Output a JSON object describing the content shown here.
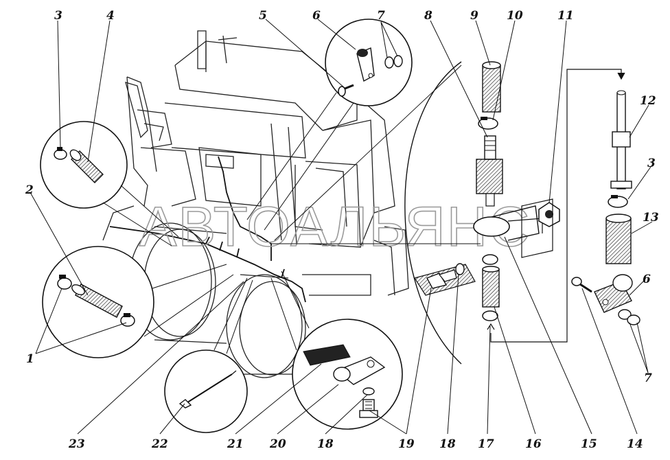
{
  "watermark": "АВТОАЛЬЯНС",
  "colors": {
    "ink": "#111111",
    "paper": "#ffffff",
    "watermark": "#9a9a9a"
  },
  "callouts": {
    "n1": "1",
    "n2": "2",
    "n3a": "3",
    "n4": "4",
    "n5": "5",
    "n6a": "6",
    "n7a": "7",
    "n8": "8",
    "n9": "9",
    "n10": "10",
    "n11": "11",
    "n12": "12",
    "n3b": "3",
    "n13": "13",
    "n6b": "6",
    "n7b": "7",
    "n14": "14",
    "n15": "15",
    "n16": "16",
    "n17": "17",
    "n18a": "18",
    "n19": "19",
    "n18b": "18",
    "n20": "20",
    "n21": "21",
    "n22": "22",
    "n23": "23"
  }
}
